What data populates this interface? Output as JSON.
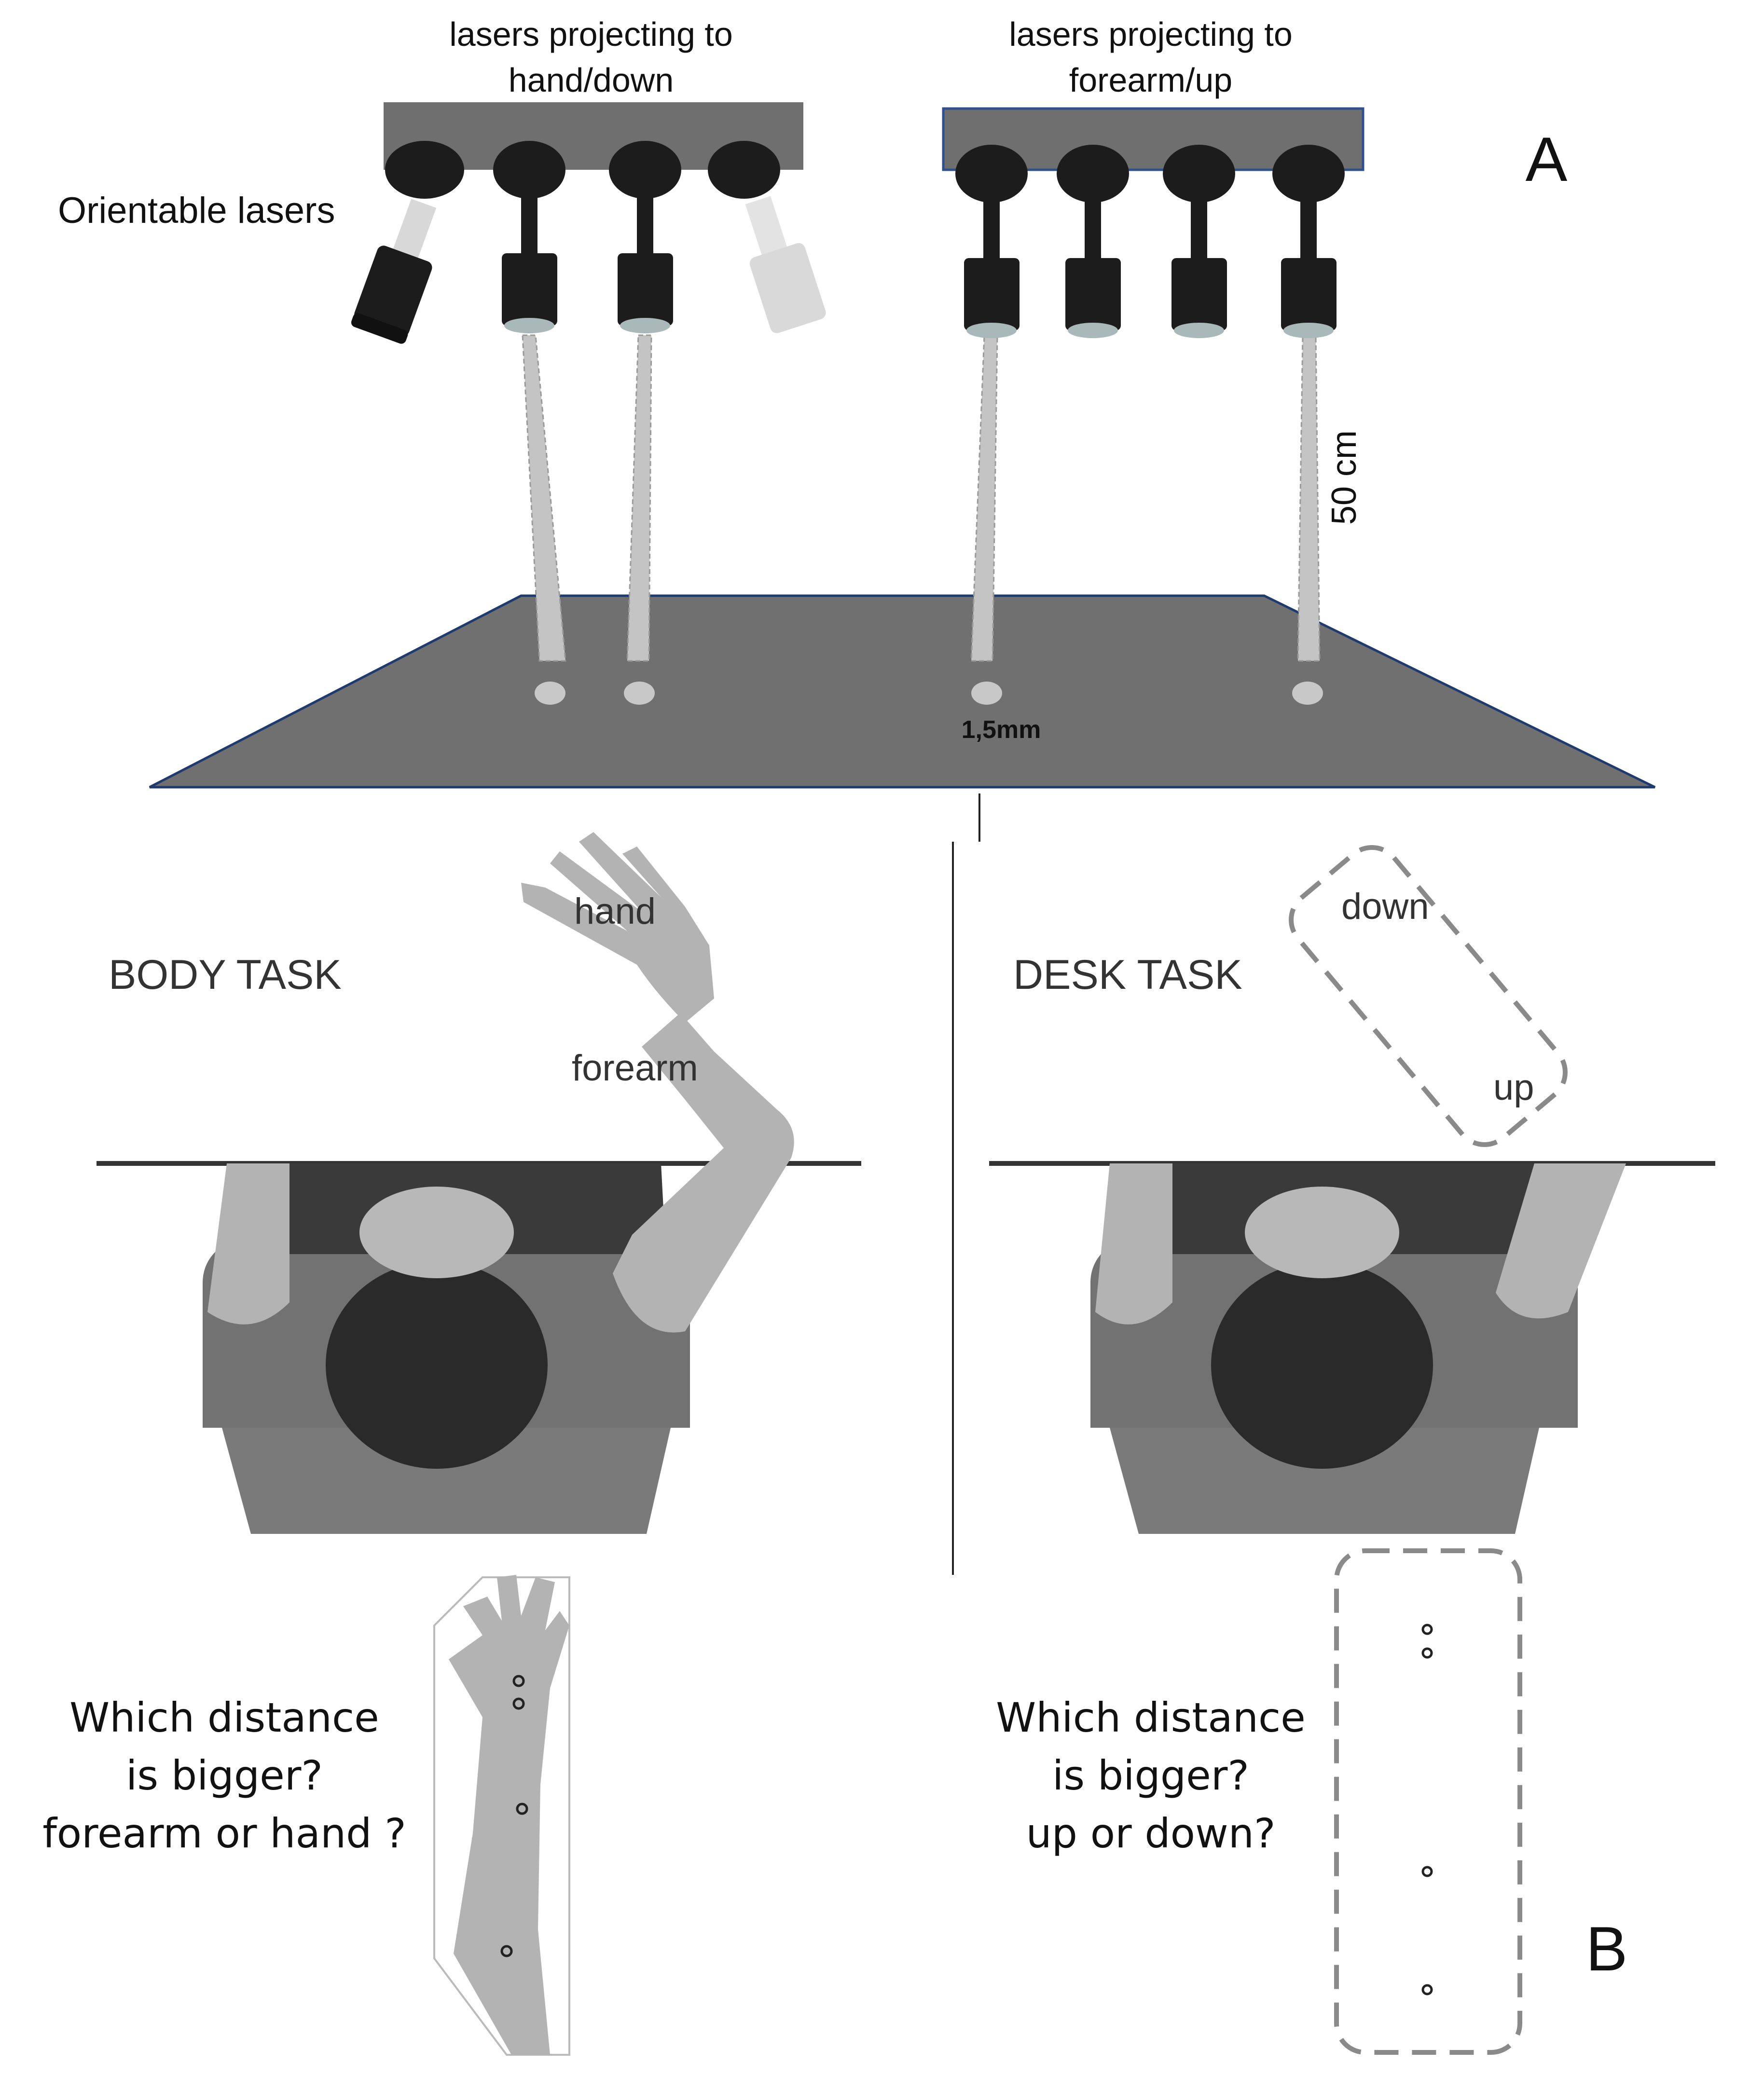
{
  "panel_a": {
    "group_left_title_line1": "lasers projecting to",
    "group_left_title_line2": "hand/down",
    "group_right_title_line1": "lasers projecting to",
    "group_right_title_line2": "forearm/up",
    "orientable_label": "Orientable lasers",
    "distance_label": "50 cm",
    "spot_label": "1,5mm",
    "panel_letter": "A"
  },
  "panel_b": {
    "body_task_title": "BODY TASK",
    "desk_task_title": "DESK TASK",
    "body_label_hand": "hand",
    "body_label_forearm": "forearm",
    "desk_label_down": "down",
    "desk_label_up": "up",
    "body_question_line1": "Which distance",
    "body_question_line2": "is bigger?",
    "body_question_line3": "forearm or hand ?",
    "desk_question_line1": "Which distance",
    "desk_question_line2": "is bigger?",
    "desk_question_line3": "up or down?",
    "panel_letter": "B"
  },
  "colors": {
    "bar_gray": "#6f6f6f",
    "table_gray": "#707070",
    "laser_black": "#1c1c1c",
    "beam_gray": "#c4c4c4",
    "arm_gray": "#b3b3b3",
    "body_gray": "#6e6e6e",
    "hair_black": "#2a2a2a",
    "outline_blue": "#2f4f8f"
  }
}
